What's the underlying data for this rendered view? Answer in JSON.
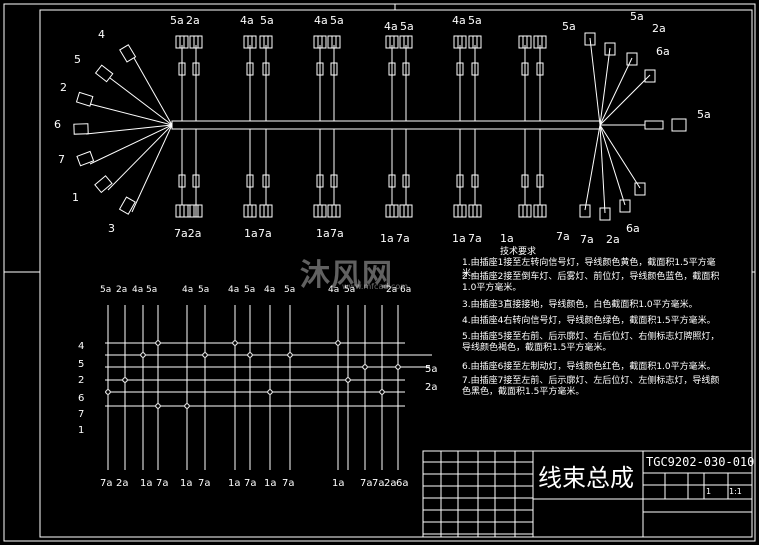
{
  "harness": {
    "top_labels": [
      "5a",
      "2a",
      "4a",
      "5a",
      "4a",
      "5a",
      "4a",
      "5a",
      "4a",
      "5a",
      "5a"
    ],
    "bottom_labels": [
      "7a2a",
      "1a",
      "7a",
      "1a",
      "7a",
      "1a",
      "7a",
      "1a",
      "7a",
      "1a"
    ],
    "left_labels": [
      "4",
      "5",
      "2",
      "6",
      "7",
      "1",
      "3"
    ],
    "right_labels": [
      "5a",
      "2a",
      "6a",
      "5a",
      "7a",
      "7a",
      "2a",
      "6a"
    ]
  },
  "schematic": {
    "top_labels": [
      "5a",
      "2a",
      "4a",
      "5a",
      "4a",
      "5a",
      "4a",
      "5a",
      "4a",
      "5a",
      "4a",
      "5a",
      "2a",
      "6a"
    ],
    "row_labels": [
      "4",
      "5",
      "2",
      "6",
      "7",
      "1"
    ],
    "right_labels": [
      "5a",
      "2a"
    ],
    "bottom_labels": [
      "7a",
      "2a",
      "1a",
      "7a",
      "1a",
      "7a",
      "1a",
      "7a",
      "1a",
      "7a",
      "1a",
      "7a",
      "7a",
      "2a",
      "6a"
    ]
  },
  "requirements": {
    "title": "技术要求",
    "items": [
      "1.由插座1接至左转向信号灯，导线颜色黄色，截面积1.5平方毫米。",
      "2.由插座2接至倒车灯、后雾灯、前位灯，导线颜色蓝色，截面积1.0平方毫米。",
      "3.由插座3直接接地，导线颜色，白色截面积1.0平方毫米。",
      "4.由插座4右转向信号灯，导线颜色绿色，截面积1.5平方毫米。",
      "5.由插座5接至右前、后示廓灯、右后位灯、右侧标志灯牌照灯，导线颜色褐色，截面积1.5平方毫米。",
      "6.由插座6接至左制动灯，导线颜色红色，截面积1.0平方毫米。",
      "7.由插座7接至左前、后示廓灯、左后位灯、左侧标志灯，导线颜色黑色，截面积1.5平方毫米。"
    ]
  },
  "title_block": {
    "title": "线束总成",
    "code": "TGC9202-030-010",
    "qty": "1",
    "scale": "1:1"
  },
  "watermark": {
    "text": "沐风网",
    "url": "www.mfcad.com"
  }
}
